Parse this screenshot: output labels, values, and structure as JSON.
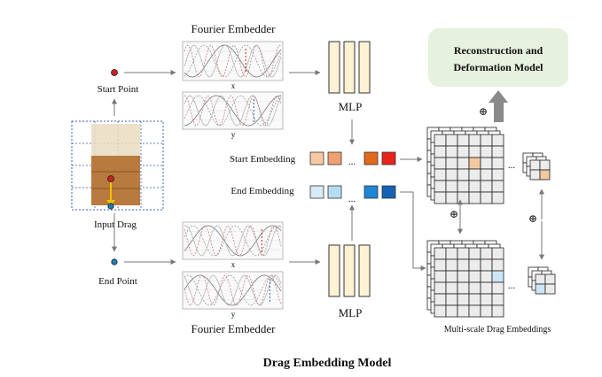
{
  "title": "Drag Embedding Model",
  "labels": {
    "fourier_top": "Fourier Embedder",
    "fourier_bottom": "Fourier Embedder",
    "axis_x_top": "x",
    "axis_y_top": "y",
    "axis_x_bottom": "x",
    "axis_y_bottom": "y",
    "start_point": "Start Point",
    "end_point": "End Point",
    "input_drag": "Input Drag",
    "mlp_top": "MLP",
    "mlp_bottom": "MLP",
    "start_embedding": "Start Embedding",
    "end_embedding": "End Embedding",
    "ellipsis": "...",
    "multi_scale": "Multi-scale Drag Embeddings",
    "reconstruction_line1": "Reconstruction and",
    "reconstruction_line2": "Deformation Model",
    "plus": "⊕"
  },
  "colors": {
    "mlp_fill": "#fdf2d3",
    "mlp_stroke": "#333333",
    "start_tokens": [
      "#f6c9a3",
      "#f0a070",
      "#e26a1e",
      "#e8231a"
    ],
    "end_tokens": [
      "#d7ecf8",
      "#b6dcf4",
      "#1f86d6",
      "#1561b5"
    ],
    "recon_box": "#e6f1de",
    "grid_cell": "#ededed",
    "grid_highlight_start": "#f3c9a0",
    "grid_highlight_end": "#cde6f6",
    "arrow": "#777777",
    "start_dot": "#cc1f1f",
    "end_dot": "#1a7fb4"
  },
  "icons": {
    "up_arrow": "thick-up-arrow-icon",
    "plus": "circle-plus-icon"
  }
}
